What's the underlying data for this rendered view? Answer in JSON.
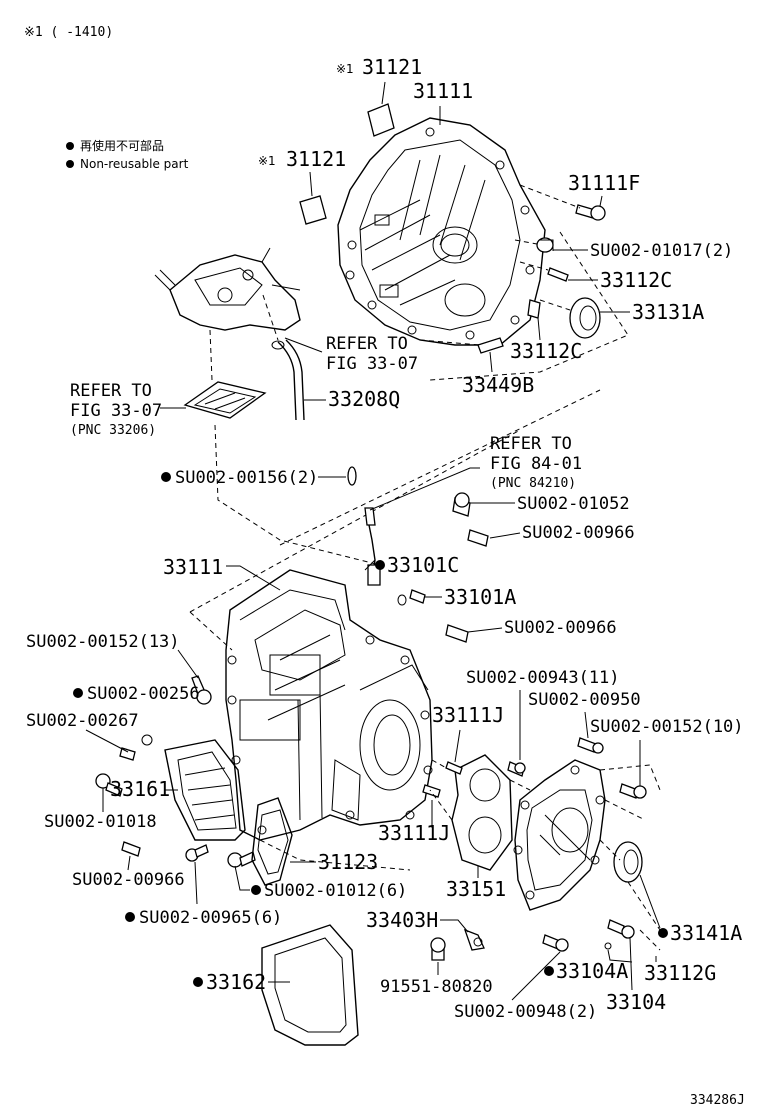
{
  "header": {
    "note": "※1 (     -1410)"
  },
  "legend": {
    "line1": "再使用不可部品",
    "line2": "Non-reusable part"
  },
  "labels": {
    "p31121a": "31121",
    "p31121a_mark": "※1",
    "p31111_top": "31111",
    "p31121b": "31121",
    "p31121b_mark": "※1",
    "p31111F": "31111F",
    "su01017": "SU002-01017(2)",
    "p33112C_a": "33112C",
    "p33131A": "33131A",
    "refer_33_07_a_1": "REFER TO",
    "refer_33_07_a_2": "FIG 33-07",
    "p33112C_b": "33112C",
    "p33208Q": "33208Q",
    "p33449B": "33449B",
    "refer_33_07_b_1": "REFER TO",
    "refer_33_07_b_2": "FIG 33-07",
    "refer_33_07_b_3": "(PNC 33206)",
    "refer_84_01_1": "REFER TO",
    "refer_84_01_2": "FIG 84-01",
    "refer_84_01_3": "(PNC 84210)",
    "su00156": "SU002-00156(2)",
    "su01052": "SU002-01052",
    "su00966_a": "SU002-00966",
    "p33111_mid": "33111",
    "p33101C": "33101C",
    "p33101A": "33101A",
    "su00966_b": "SU002-00966",
    "su00152_13": "SU002-00152(13)",
    "su00943": "SU002-00943(11)",
    "su00256": "SU002-00256",
    "su00950": "SU002-00950",
    "su00267": "SU002-00267",
    "su00152_10": "SU002-00152(10)",
    "p33111J_a": "33111J",
    "p33161": "33161",
    "su01018": "SU002-01018",
    "p33111J_b": "33111J",
    "su00966_c": "SU002-00966",
    "p33123": "31123",
    "su01012": "SU002-01012(6)",
    "p33151": "33151",
    "su00965": "SU002-00965(6)",
    "p33403H": "33403H",
    "p33141A": "33141A",
    "p33162": "33162",
    "p91551": "91551-80820",
    "p33104A": "33104A",
    "p33112G": "33112G",
    "su00948": "SU002-00948(2)",
    "p33104": "33104",
    "figure_id": "334286J"
  }
}
